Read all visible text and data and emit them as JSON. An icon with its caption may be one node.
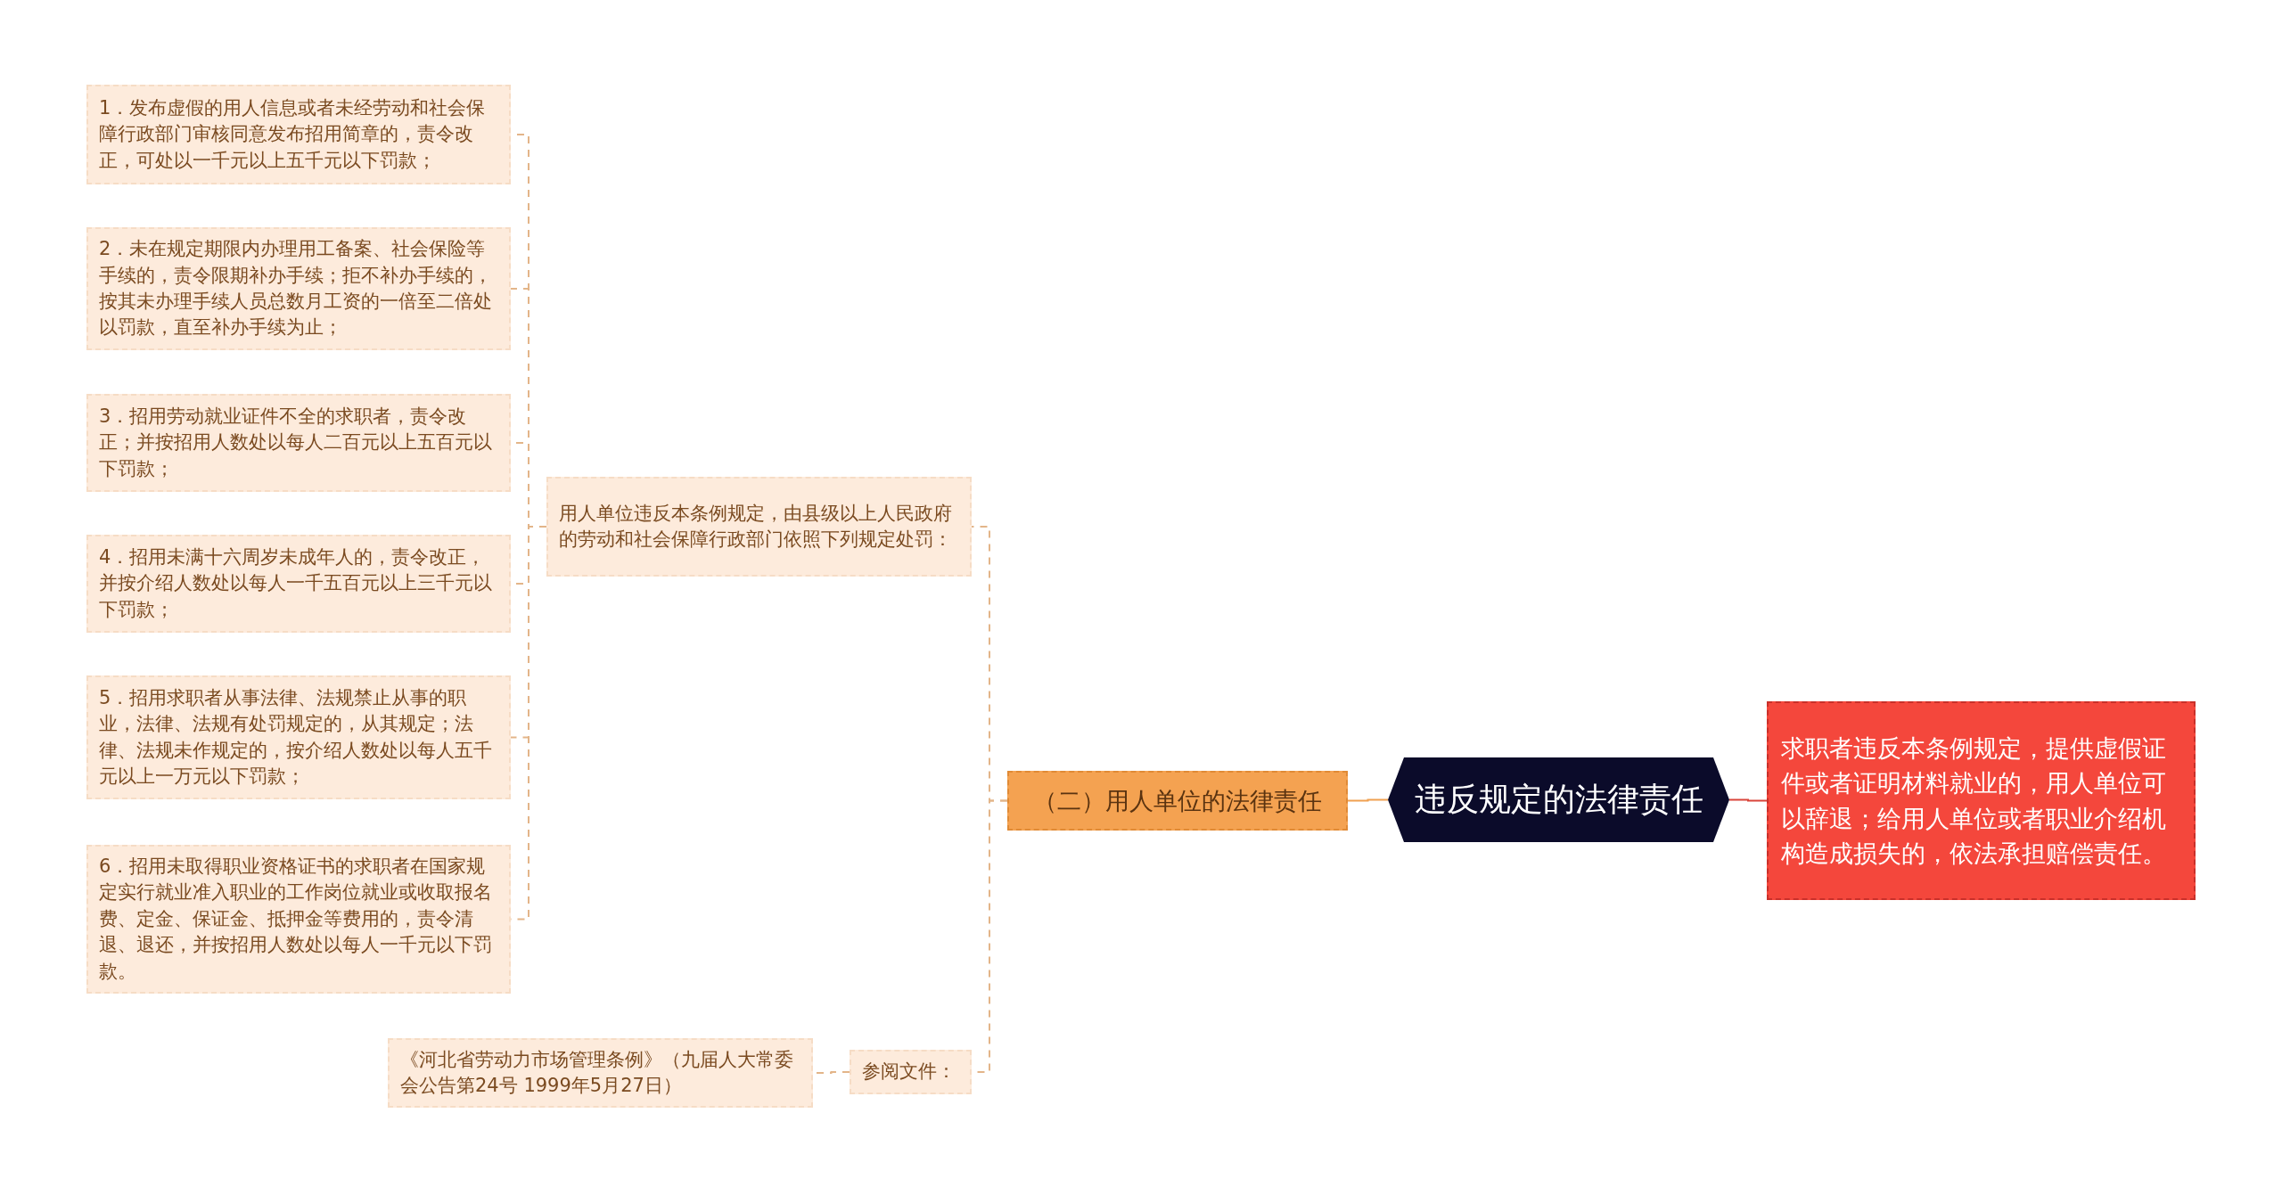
{
  "diagram": {
    "nodes": [
      {
        "text": [
          "违反规定的法律责任"
        ]
      },
      {
        "text": [
          "求职者违反本条例规定，提供虚假证件或者证明材料就业的，用人单位可以辞退；给用人单位或者职业介绍机构造成损失的，依法承担赔偿责任。"
        ]
      },
      {
        "text": [
          "（二）用人单位的法律责任"
        ]
      },
      {
        "text": [
          "用人单位违反本条例规定，由县级以上人民政府的劳动和社会保障行政部门依照下列规定处罚："
        ]
      },
      {
        "text": [
          "1．发布虚假的用人信息或者未经劳动和社会保障行政部门审核同意发布招用简章的，责令改正，可处以一千元以上五千元以下罚款；"
        ]
      },
      {
        "text": [
          "2．未在规定期限内办理用工备案、社会保险等手续的，责令限期补办手续；拒不补办手续的，按其未办理手续人员总数月工资的一倍至二倍处以罚款，直至补办手续为止；"
        ]
      },
      {
        "text": [
          "3．招用劳动就业证件不全的求职者，责令改正；并按招用人数处以每人二百元以上五百元以下罚款；"
        ]
      },
      {
        "text": [
          "4．招用未满十六周岁未成年人的，责令改正，并按介绍人数处以每人一千五百元以上三千元以下罚款；"
        ]
      },
      {
        "text": [
          "5．招用求职者从事法律、法规禁止从事的职业，法律、法规有处罚规定的，从其规定；法律、法规未作规定的，按介绍人数处以每人五千元以上一万元以下罚款；"
        ]
      },
      {
        "text": [
          "6．招用未取得职业资格证书的求职者在国家规定实行就业准入职业的工作岗位就业或收取报名费、定金、保证金、抵押金等费用的，责令清退、退还，并按招用人数处以每人一千元以下罚款。"
        ]
      },
      {
        "text": [
          "参阅文件："
        ]
      },
      {
        "text": [
          "《河北省劳动力市场管理条例》（九届人大常委会公告第24号 1999年5月27日）"
        ]
      }
    ],
    "edges": [
      {
        "from": 0,
        "to": 1,
        "arrow": "none",
        "color": "#d9443a"
      },
      {
        "from": 0,
        "to": 2,
        "arrow": "none",
        "color": "#f0a050"
      },
      {
        "from": 2,
        "to": 3,
        "arrow": "none",
        "style": "dashed"
      },
      {
        "from": 3,
        "to": 4,
        "arrow": "none",
        "style": "dashed"
      },
      {
        "from": 3,
        "to": 5,
        "arrow": "none",
        "style": "dashed"
      },
      {
        "from": 3,
        "to": 6,
        "arrow": "none",
        "style": "dashed"
      },
      {
        "from": 3,
        "to": 7,
        "arrow": "none",
        "style": "dashed"
      },
      {
        "from": 3,
        "to": 8,
        "arrow": "none",
        "style": "dashed"
      },
      {
        "from": 3,
        "to": 9,
        "arrow": "none",
        "style": "dashed"
      },
      {
        "from": 2,
        "to": 10,
        "arrow": "none",
        "style": "dashed"
      },
      {
        "from": 10,
        "to": 11,
        "arrow": "none",
        "style": "dashed"
      }
    ]
  }
}
